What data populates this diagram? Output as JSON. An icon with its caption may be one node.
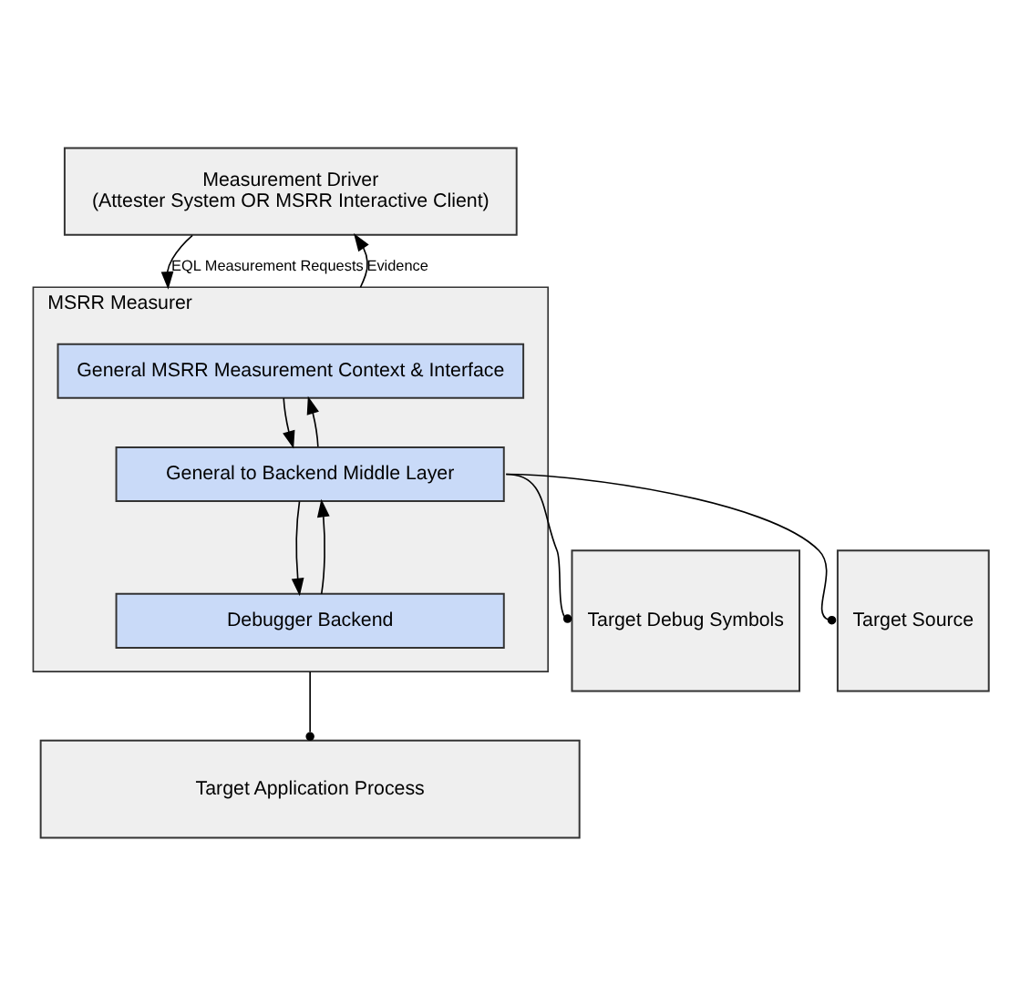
{
  "diagram": {
    "nodes": [
      {
        "text": [
          "Measurement Driver",
          "(Attester System OR MSRR Interactive Client)"
        ]
      },
      {
        "text": [
          "MSRR Measurer"
        ]
      },
      {
        "text": [
          "General MSRR Measurement Context & Interface"
        ],
        "in": 1
      },
      {
        "text": [
          "General to Backend Middle Layer"
        ],
        "in": 1
      },
      {
        "text": [
          "Debugger Backend"
        ],
        "in": 1
      },
      {
        "text": [
          "Target Debug Symbols"
        ]
      },
      {
        "text": [
          "Target Source"
        ]
      },
      {
        "text": [
          "Target Application Process"
        ]
      }
    ],
    "edges": [
      {
        "from": 0,
        "to": 1,
        "arrow": "to",
        "label": "EQL Measurement Requests"
      },
      {
        "from": 1,
        "to": 0,
        "arrow": "to",
        "label": "Evidence"
      },
      {
        "from": 2,
        "to": 3,
        "arrow": "to"
      },
      {
        "from": 3,
        "to": 2,
        "arrow": "to"
      },
      {
        "from": 3,
        "to": 4,
        "arrow": "to"
      },
      {
        "from": 4,
        "to": 3,
        "arrow": "to"
      },
      {
        "from": 3,
        "to": 5,
        "arrow": "other"
      },
      {
        "from": 3,
        "to": 6,
        "arrow": "other"
      },
      {
        "from": 1,
        "to": 7,
        "arrow": "other"
      }
    ]
  }
}
